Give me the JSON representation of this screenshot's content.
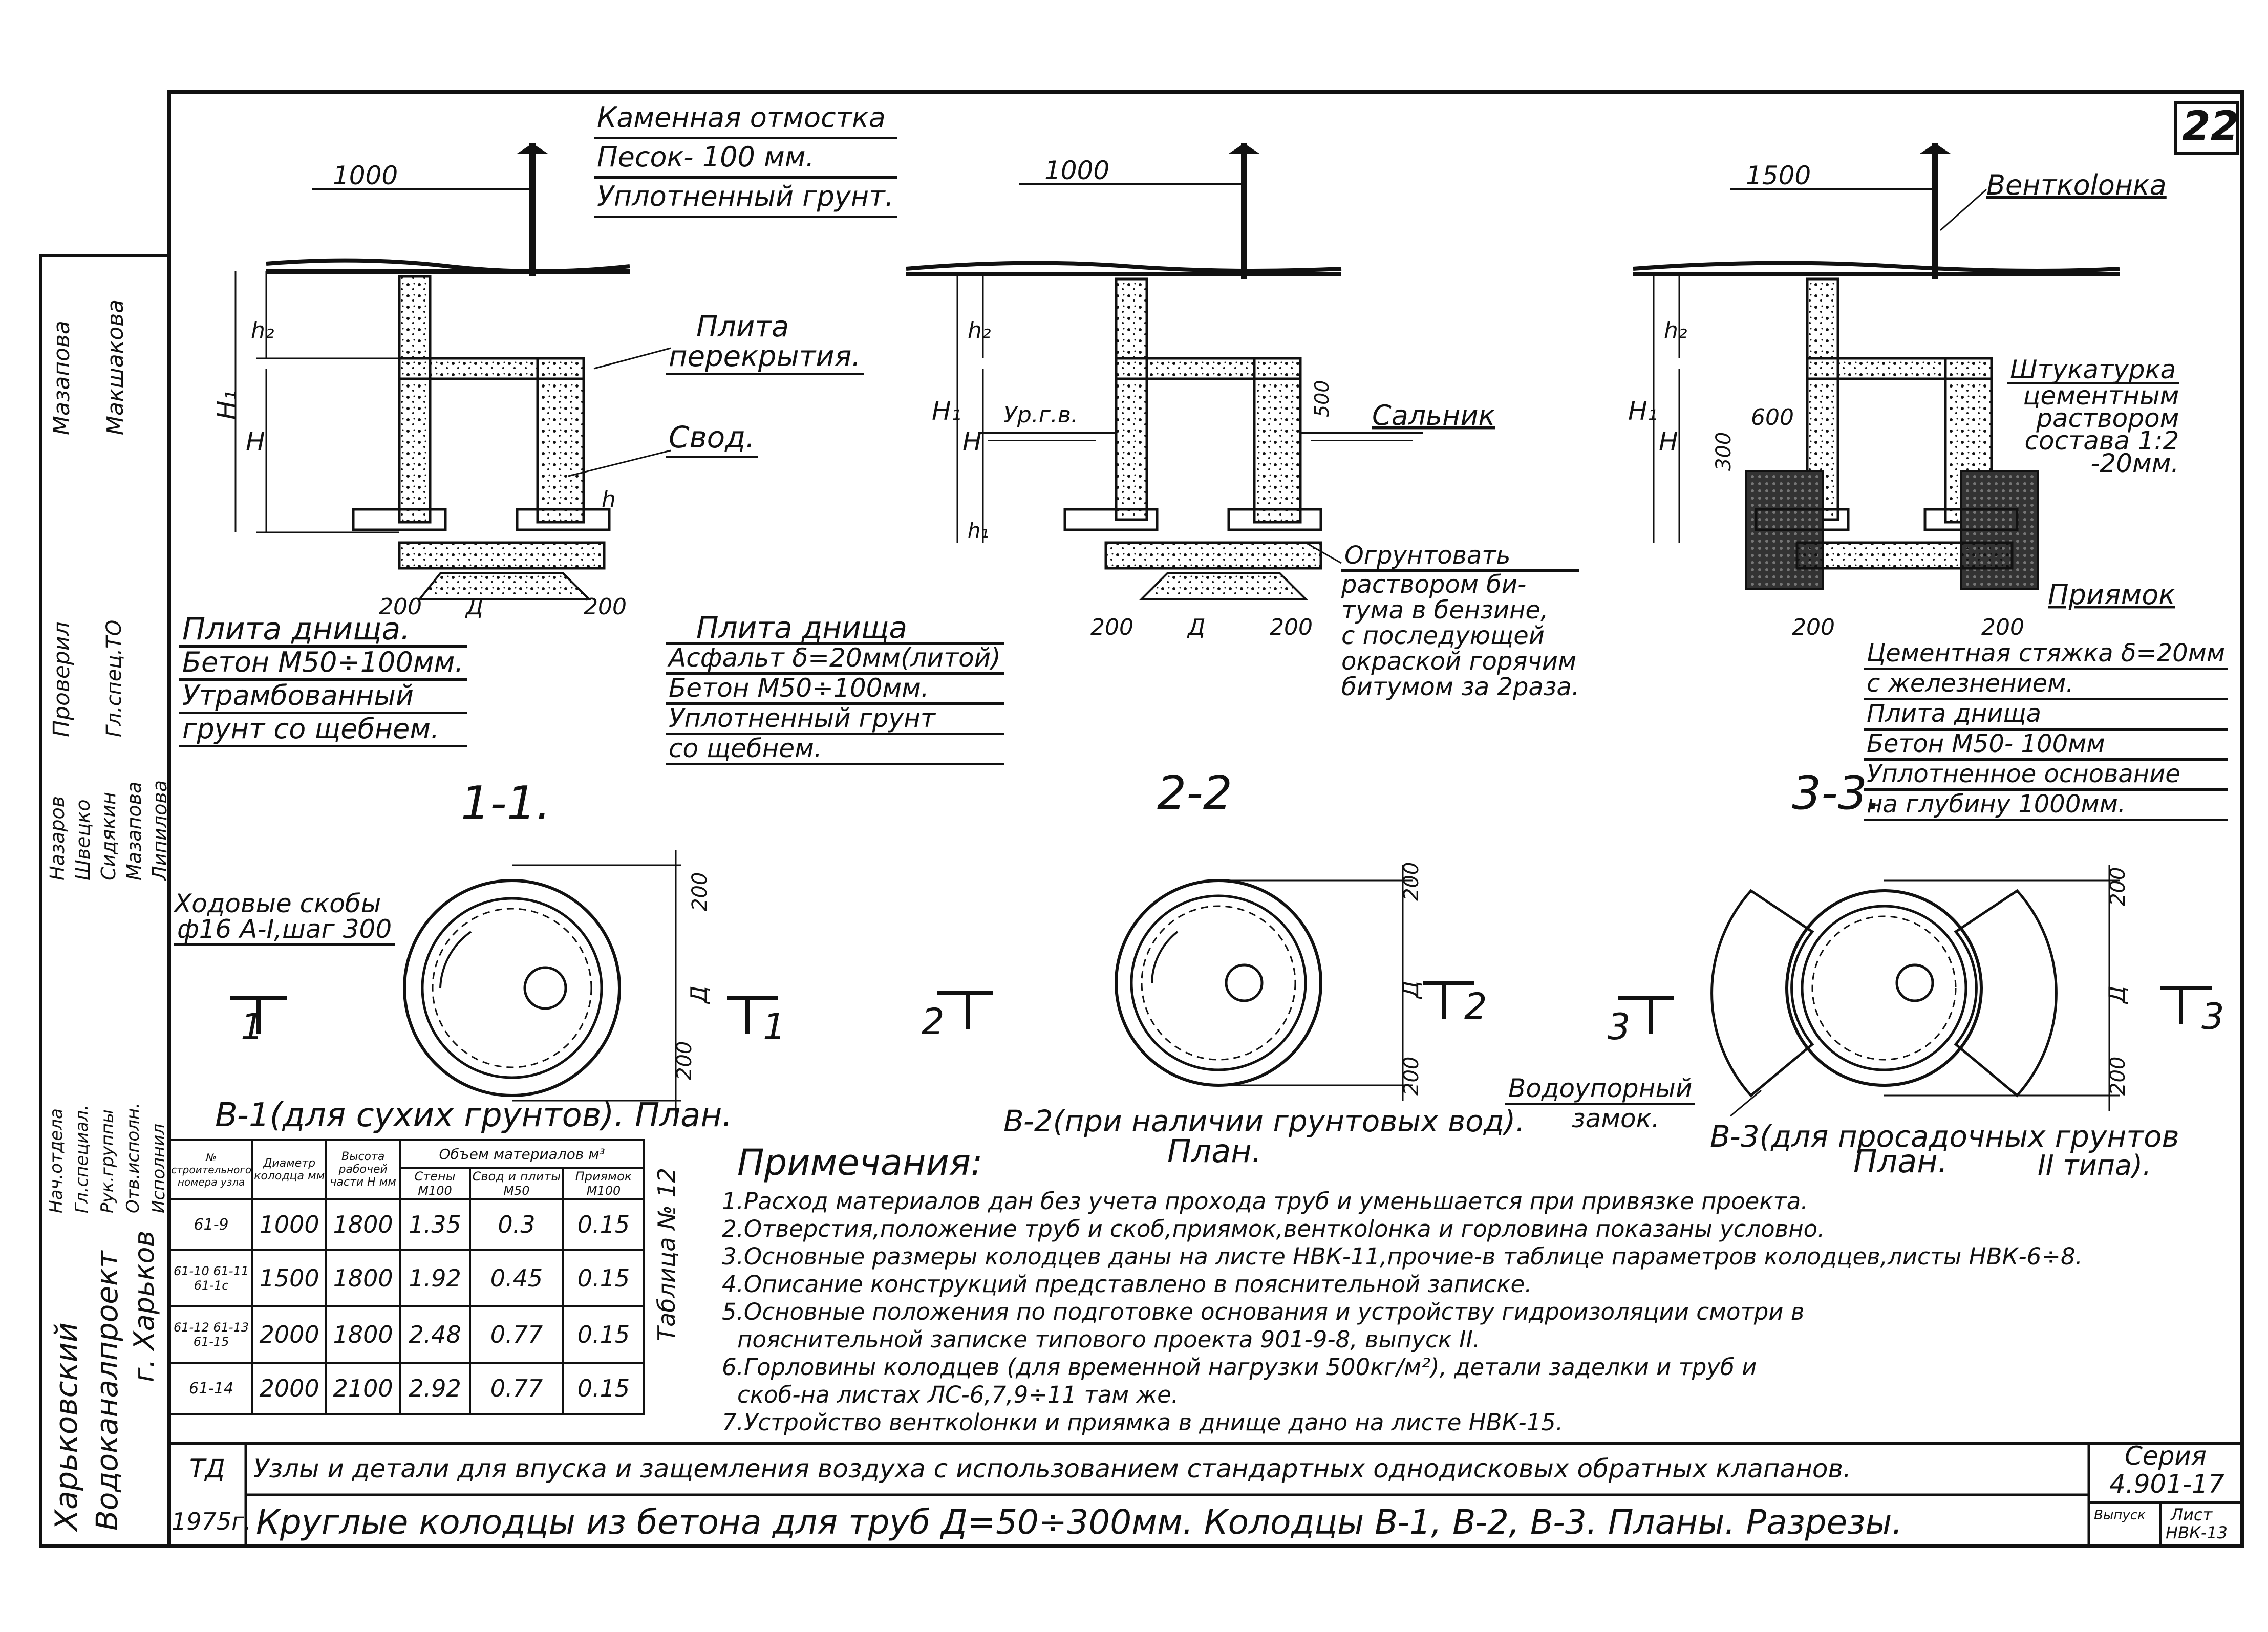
{
  "sheet_number": "22",
  "sections": {
    "s1": {
      "title": "1-1.",
      "top_labels": [
        "Каменная отмостка",
        "Песок- 100 мм.",
        "Уплотненный грунт."
      ],
      "dim_top": "1000",
      "plita_perekrytiya": [
        "Плита",
        "перекрытия."
      ],
      "svod": "Свод.",
      "h_labels": [
        "H₁",
        "h₂",
        "H",
        "h"
      ],
      "bottom_dims": [
        "200",
        "Д",
        "200"
      ],
      "bottom_labels": [
        "Плита днища.",
        "Бетон М50÷100мм.",
        "Утрамбованный",
        "грунт со щебнем."
      ]
    },
    "s2": {
      "title": "2-2",
      "dim_top": "1000",
      "water_label": "Ур.г.в.",
      "salnik": "Сальник",
      "dim_500": "500",
      "h_labels": [
        "H₁",
        "h₂",
        "H",
        "h₁"
      ],
      "right_note": [
        "Огрунтовать",
        "раствором би-",
        "тума в бензине,",
        "с последующей",
        "окраской горячим",
        "битумом за 2раза."
      ],
      "bottom_dims": [
        "200",
        "Д",
        "200"
      ],
      "bottom_labels": [
        "Плита днища",
        "Асфальт δ=20мм(литой)",
        "Бетон М50÷100мм.",
        "Уплотненный грунт",
        "со щебнем."
      ]
    },
    "s3": {
      "title": "3-3.",
      "dim_top": "1500",
      "ventkolonka": "Венткоlонка",
      "dim_600": "600",
      "dim_300": "300",
      "h_labels": [
        "H₁",
        "h₂",
        "H"
      ],
      "shtukaturka": [
        "Штукатурка",
        "цементным",
        "раствором",
        "состава 1:2",
        "-20мм."
      ],
      "priyamok": "Приямок",
      "bottom_dims": [
        "200",
        "200"
      ],
      "bottom_labels": [
        "Цементная стяжка δ=20мм",
        "с железнением.",
        "Плита днища",
        "Бетон М50- 100мм",
        "Уплотненное основание",
        "на глубину 1000мм."
      ]
    }
  },
  "plans": {
    "p1": {
      "caption": "B-1(для сухих грунтов). План.",
      "cut_left": "1",
      "cut_right": "1",
      "skoby": [
        "Ходовые скобы",
        "ф16 A-I,шаг 300"
      ],
      "dims": [
        "200",
        "Д",
        "200"
      ]
    },
    "p2": {
      "caption_a": "B-2(при наличии грунтовых вод).",
      "caption_b": "План.",
      "cut_left": "2",
      "cut_right": "2",
      "dims": [
        "200",
        "Д",
        "200"
      ]
    },
    "p3": {
      "caption_a": "B-3(для просадочных грунтов",
      "caption_b": "План.",
      "caption_c": "II типа).",
      "cut_left": "3",
      "cut_right": "3",
      "zamok": [
        "Водоупорный",
        "замок."
      ],
      "dims": [
        "200",
        "Д",
        "200"
      ]
    }
  },
  "notes_title": "Примечания:",
  "notes": [
    "1.Расход материалов дан без учета прохода труб и уменьшается при привязке проекта.",
    "2.Отверстия,положение труб и скоб,приямок,венткоlонка и горловина показаны условно.",
    "3.Основные размеры колодцев даны на листе НВК-11,прочие-в таблице параметров колодцев,листы НВК-6÷8.",
    "4.Описание конструкций представлено в пояснительной записке.",
    "5.Основные положения по подготовке основания и устройству гидроизоляции смотри в",
    "пояснительной записке типового проекта 901-9-8, выпуск II.",
    "6.Горловины колодцев (для временной нагрузки 500кг/м²), детали заделки и труб и",
    "скоб-на листах ЛС-6,7,9÷11 там же.",
    "7.Устройство венткоlонки и приямка в днище дано на листе НВК-15."
  ],
  "table": {
    "caption": "Таблица № 12",
    "headers": [
      "№ строительного номера узла",
      "Диаметр колодца мм",
      "Высота рабочей части Н мм",
      "Стены М100",
      "Свод и плиты М50",
      "Приямок М100"
    ],
    "header_group": "Объем материалов м³",
    "rows": [
      [
        "61-9",
        "1000",
        "1800",
        "1.35",
        "0.3",
        "0.15"
      ],
      [
        "61-10 61-11 61-1c",
        "1500",
        "1800",
        "1.92",
        "0.45",
        "0.15"
      ],
      [
        "61-12 61-13 61-15",
        "2000",
        "1800",
        "2.48",
        "0.77",
        "0.15"
      ],
      [
        "61-14",
        "2000",
        "2100",
        "2.92",
        "0.77",
        "0.15"
      ]
    ]
  },
  "left_stamp": {
    "org": [
      "Харьковский",
      "Водоканалпроект",
      "г. Харьков"
    ],
    "roles": [
      "Нач.отдела",
      "Гл.специал.",
      "Рук.группы",
      "Отв.исполн.",
      "Исполнил"
    ],
    "names_a": [
      "Назаров",
      "Швецко",
      "Сидякин",
      "Мазапова",
      "Липилова"
    ],
    "roles2": [
      "Проверил",
      "Гл.спец.ТО"
    ],
    "names_b": [
      "Мазапова",
      "Макшакова"
    ]
  },
  "title_block": {
    "org": "ТД",
    "year": "1975г.",
    "line1": "Узлы и детали для впуска и защемления воздуха с использованием стандартных однодисковых обратных клапанов.",
    "line2": "Круглые колодцы из бетона для труб Д=50÷300мм. Колодцы B-1, B-2, B-3. Планы. Разрезы.",
    "series_label": "Серия",
    "series": "4.901-17",
    "vypusk": "Выпуск",
    "list_label": "Лист",
    "list": "НВК-13"
  }
}
